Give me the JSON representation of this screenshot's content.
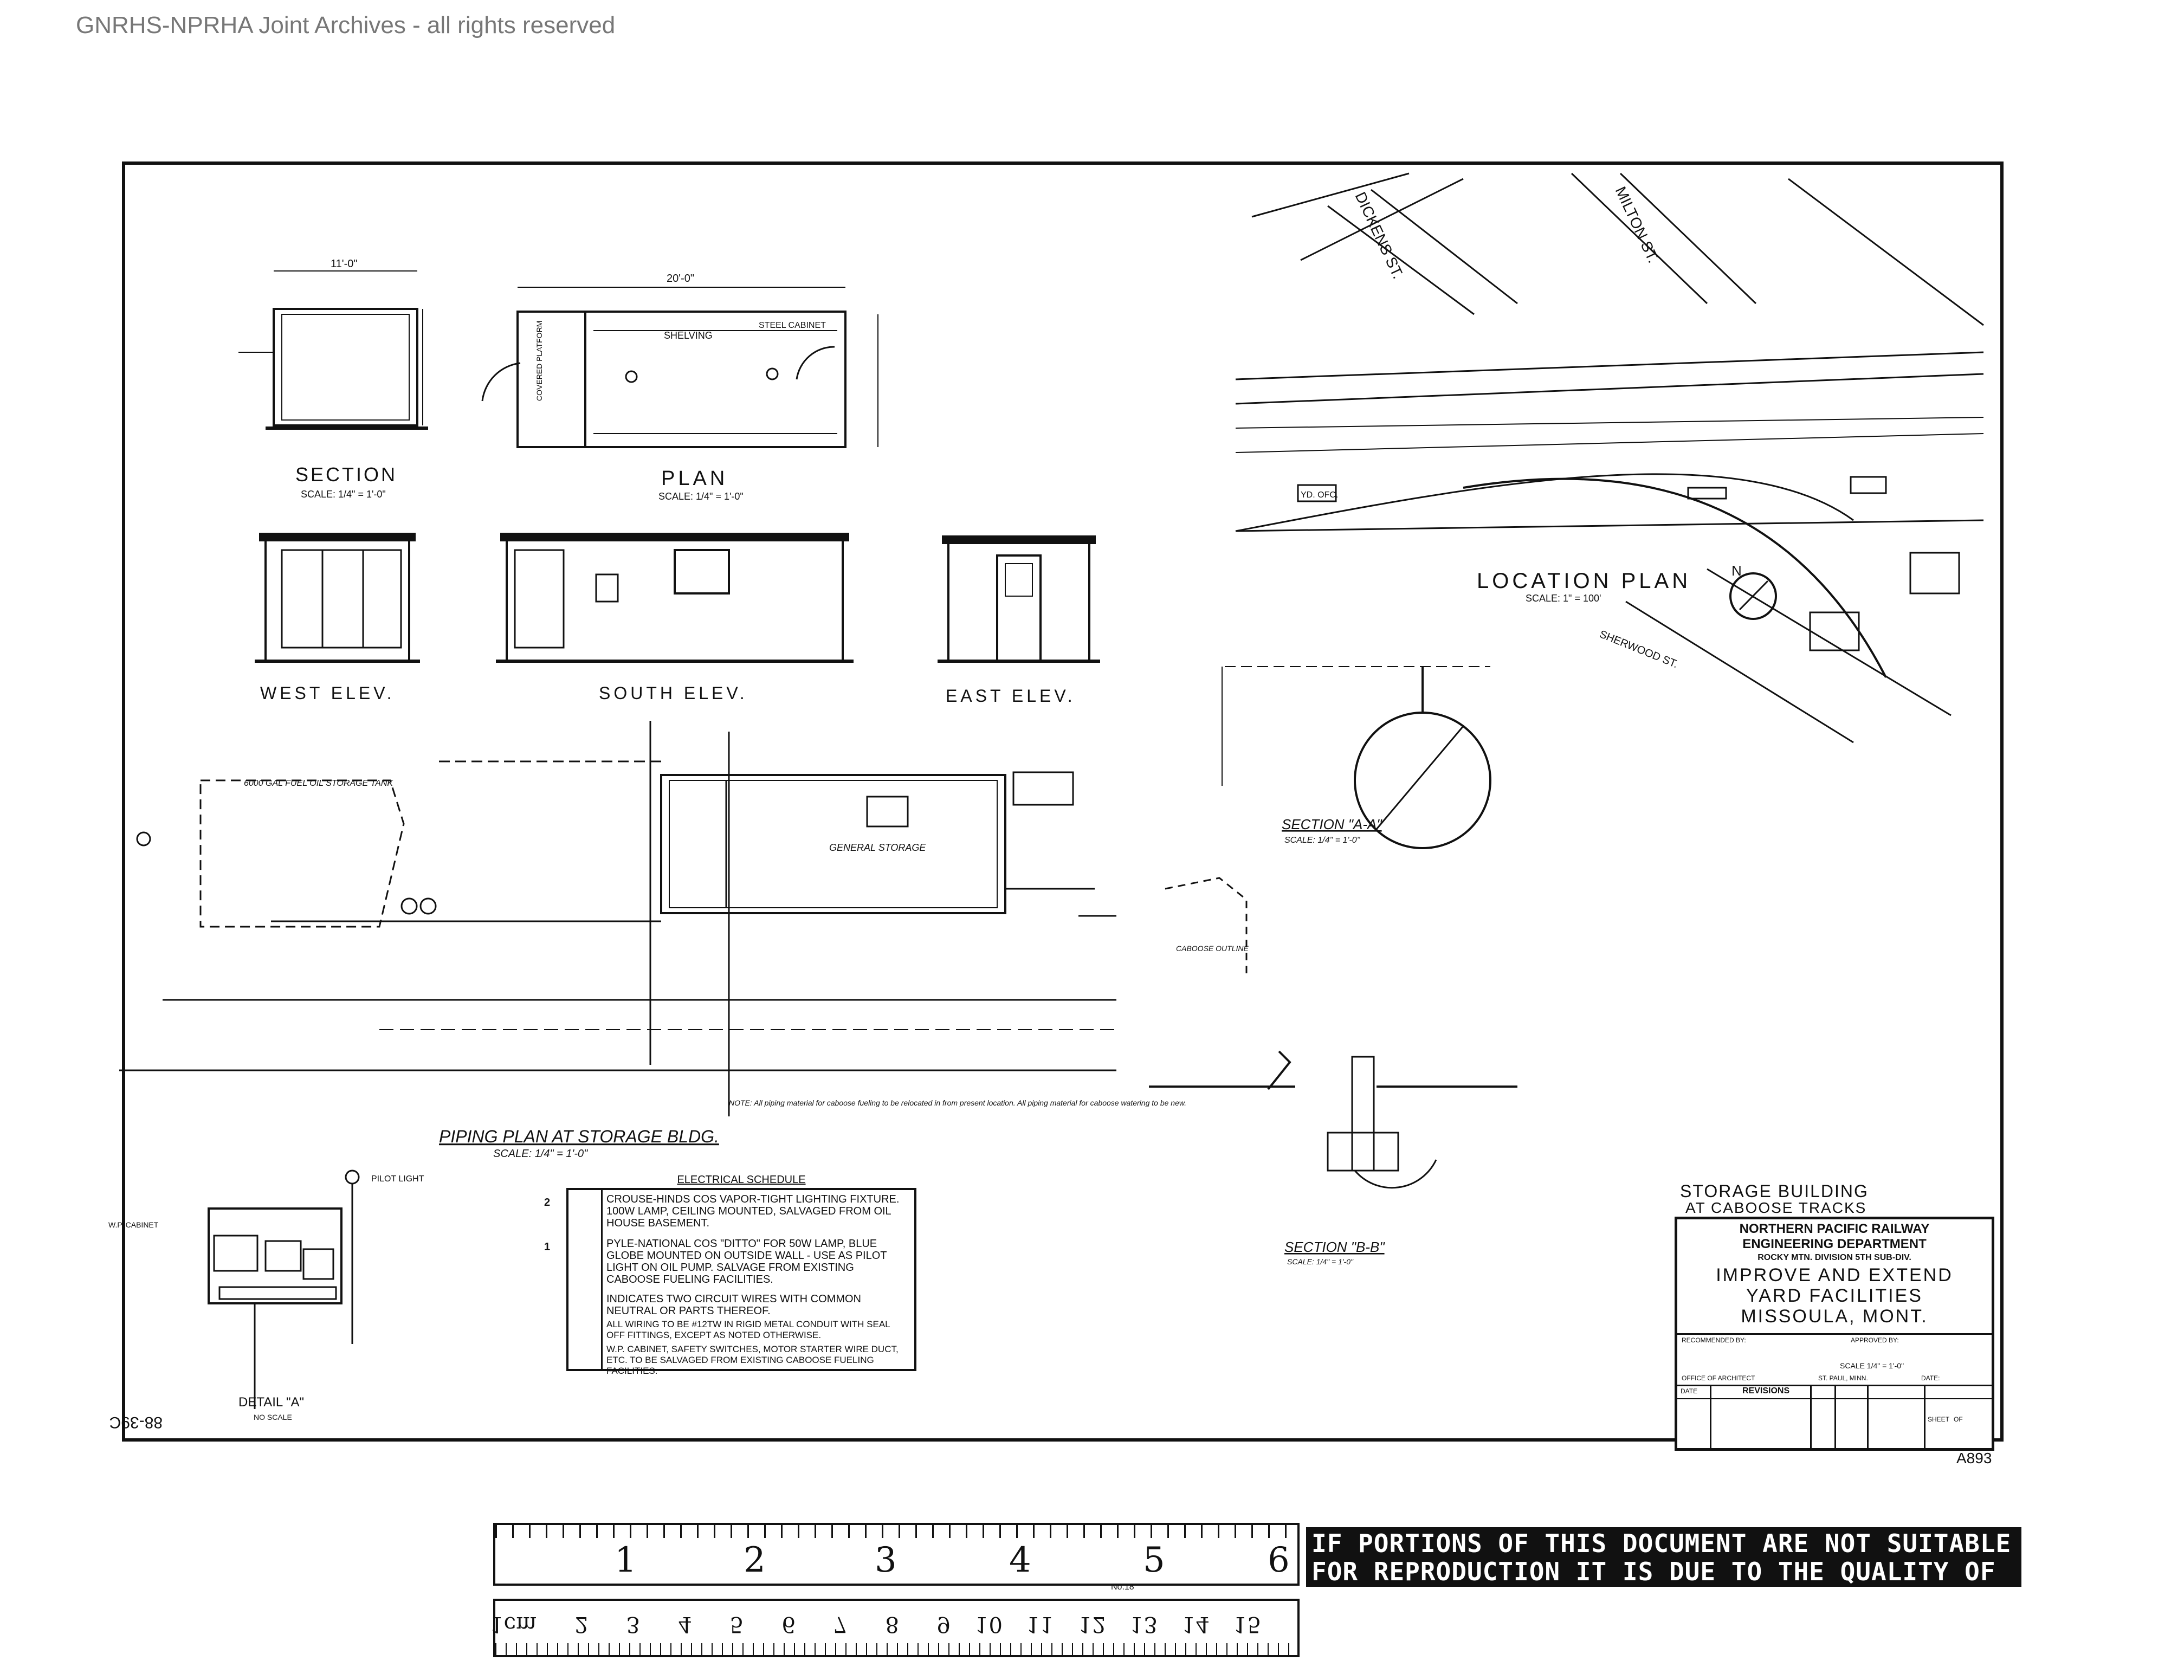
{
  "watermark": "GNRHS-NPRHA Joint Archives - all rights reserved",
  "drawing_number_corner": "88-39C",
  "sheet_code_right": "A893",
  "views": {
    "section": {
      "title": "SECTION",
      "scale": "SCALE: 1/4\" = 1'-0\""
    },
    "plan": {
      "title": "PLAN",
      "scale": "SCALE: 1/4\" = 1'-0\""
    },
    "west_elev": "WEST ELEV.",
    "south_elev": "SOUTH ELEV.",
    "east_elev": "EAST ELEV.",
    "location_plan": {
      "title": "LOCATION PLAN",
      "scale": "SCALE: 1\" = 100'"
    },
    "piping_plan": {
      "title": "PIPING PLAN AT STORAGE BLDG.",
      "scale": "SCALE: 1/4\" = 1'-0\""
    },
    "section_aa": {
      "title": "SECTION \"A-A\"",
      "scale": "SCALE: 1/4\" = 1'-0\""
    },
    "section_bb": {
      "title": "SECTION \"B-B\"",
      "scale": "SCALE: 1/4\" = 1'-0\""
    },
    "detail_a": {
      "title": "DETAIL \"A\"",
      "scale": "NO SCALE"
    }
  },
  "streets": {
    "dickens": "DICKENS ST.",
    "milton": "MILTON ST.",
    "sherwood": "SHERWOOD ST."
  },
  "plan_labels": {
    "shelving": "SHELVING",
    "steel_cabinet": "STEEL CABINET",
    "covered_platform": "COVERED PLATFORM",
    "dim_20": "20'-0\"",
    "dim_11": "11'-0\"",
    "general_storage": "GENERAL STORAGE",
    "fuel_oil_tank": "6000 GAL FUEL OIL STORAGE TANK",
    "yard_office": "YD. OFC.",
    "caboose_outline": "CABOOSE OUTLINE",
    "pilot_light": "PILOT LIGHT",
    "wp_cabinet": "W.P. CABINET"
  },
  "piping_note": "NOTE: All piping material for caboose fueling to be relocated in from present location. All piping material for caboose watering to be new.",
  "electrical_schedule": {
    "title": "ELECTRICAL SCHEDULE",
    "rows": [
      {
        "mark": "2",
        "text": "CROUSE-HINDS COS VAPOR-TIGHT LIGHTING FIXTURE. 100W LAMP, CEILING MOUNTED, SALVAGED FROM OIL HOUSE BASEMENT."
      },
      {
        "mark": "1",
        "text": "PYLE-NATIONAL COS \"DITTO\" FOR 50W LAMP, BLUE GLOBE MOUNTED ON OUTSIDE WALL - USE AS PILOT LIGHT ON OIL PUMP. SALVAGE FROM EXISTING CABOOSE FUELING FACILITIES."
      },
      {
        "mark": "",
        "text": "INDICATES TWO CIRCUIT WIRES WITH COMMON NEUTRAL OR PARTS THEREOF."
      },
      {
        "mark": "",
        "text": "ALL WIRING TO BE #12TW IN RIGID METAL CONDUIT WITH SEAL OFF FITTINGS, EXCEPT AS NOTED OTHERWISE."
      },
      {
        "mark": "",
        "text": "W.P. CABINET, SAFETY SWITCHES, MOTOR STARTER WIRE DUCT, ETC. TO BE SALVAGED FROM EXISTING CABOOSE FUELING FACILITIES."
      }
    ]
  },
  "title_block": {
    "heading1": "STORAGE BUILDING",
    "heading2": "AT CABOOSE TRACKS",
    "company": "NORTHERN PACIFIC RAILWAY",
    "department": "ENGINEERING DEPARTMENT",
    "division": "ROCKY MTN. DIVISION 5TH SUB-DIV.",
    "project1": "IMPROVE AND EXTEND",
    "project2": "YARD FACILITIES",
    "location": "MISSOULA, MONT.",
    "recommended": "RECOMMENDED BY:",
    "approved": "APPROVED BY:",
    "scale": "SCALE 1/4\" = 1'-0\"",
    "office": "OFFICE OF ARCHITECT",
    "city": "ST. PAUL, MINN.",
    "date_label": "DATE:",
    "revisions": "REVISIONS",
    "date_col": "DATE",
    "sheet": "SHEET",
    "of": "OF"
  },
  "ruler": {
    "inch_labels": [
      "1",
      "2",
      "3",
      "4",
      "5",
      "6"
    ],
    "cm_labels": [
      "1cm",
      "2",
      "3",
      "4",
      "5",
      "6",
      "7",
      "8",
      "9",
      "10",
      "11",
      "12",
      "13",
      "14",
      "15"
    ],
    "maker": "No.18"
  },
  "notice": "IF PORTIONS OF THIS DOCUMENT ARE NOT SUITABLE FOR REPRODUCTION IT IS DUE TO THE QUALITY OF THE DOCUMENT."
}
